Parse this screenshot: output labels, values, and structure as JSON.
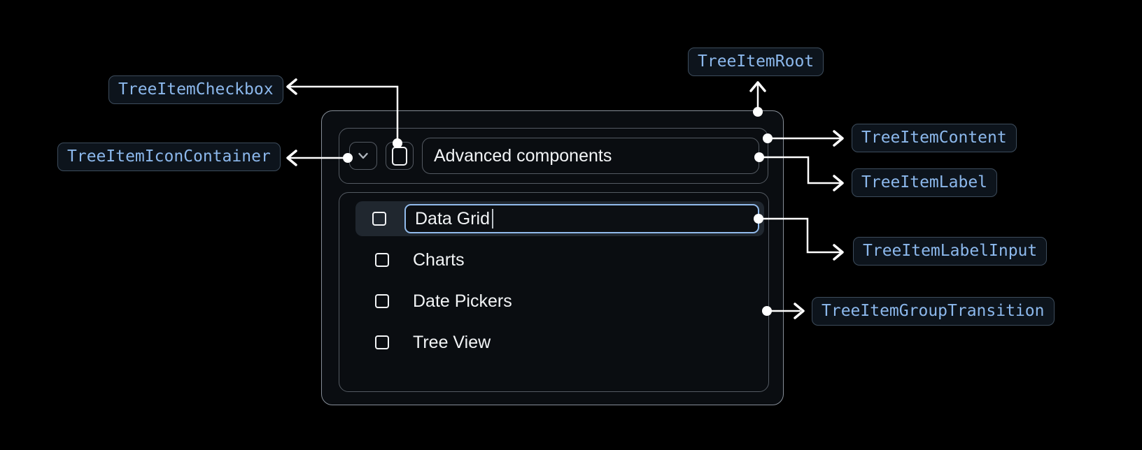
{
  "annotations": {
    "checkbox": "TreeItemCheckbox",
    "icon_container": "TreeItemIconContainer",
    "root": "TreeItemRoot",
    "content": "TreeItemContent",
    "label": "TreeItemLabel",
    "label_input": "TreeItemLabelInput",
    "group_transition": "TreeItemGroupTransition"
  },
  "tree": {
    "parent": {
      "label": "Advanced components",
      "expanded": true
    },
    "items": [
      {
        "label": "Data Grid",
        "state": "editing"
      },
      {
        "label": "Charts",
        "state": "default"
      },
      {
        "label": "Date Pickers",
        "state": "default"
      },
      {
        "label": "Tree View",
        "state": "default"
      }
    ]
  },
  "colors": {
    "accent_blue": "#8cb8ec",
    "chip_bg": "#0d141c",
    "chip_border": "#3d4c5c",
    "focus_blue": "#92bbec",
    "arrow": "#ffffff",
    "ui_border": "#545a62",
    "root_border": "#868e98",
    "text_white": "#f2f4f6"
  }
}
